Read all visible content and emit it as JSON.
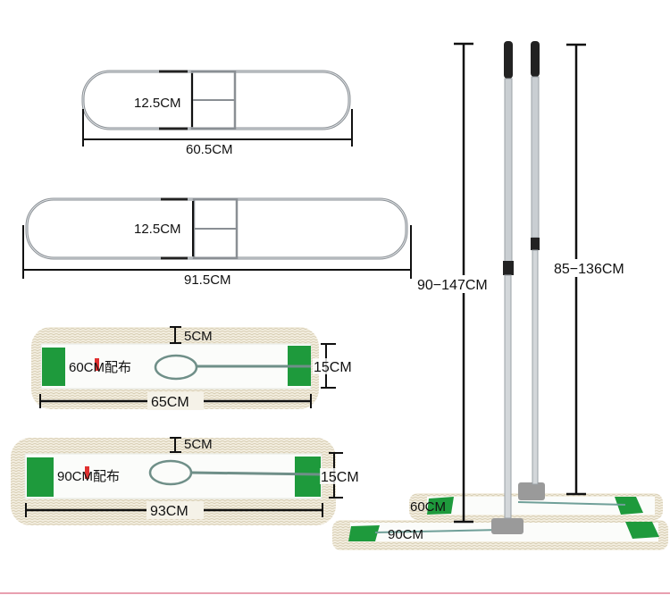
{
  "frames": [
    {
      "width_label": "60.5CM",
      "height_label": "12.5CM"
    },
    {
      "width_label": "91.5CM",
      "height_label": "12.5CM"
    }
  ],
  "pads": [
    {
      "fringe_label": "5CM",
      "height_label": "15CM",
      "width_label": "65CM",
      "cloth_label": "60CM配布"
    },
    {
      "fringe_label": "5CM",
      "height_label": "15CM",
      "width_label": "93CM",
      "cloth_label": "90CM配布"
    }
  ],
  "poles": [
    {
      "range_label": "90−147CM"
    },
    {
      "range_label": "85−136CM"
    }
  ],
  "assembled": {
    "small_label": "60CM",
    "large_label": "90CM"
  },
  "colors": {
    "pad_green": "#1e9a3c",
    "frame_metal": "#8a8f94",
    "fringe": "#efe8d6",
    "footer_line": "#e8a0b0"
  }
}
